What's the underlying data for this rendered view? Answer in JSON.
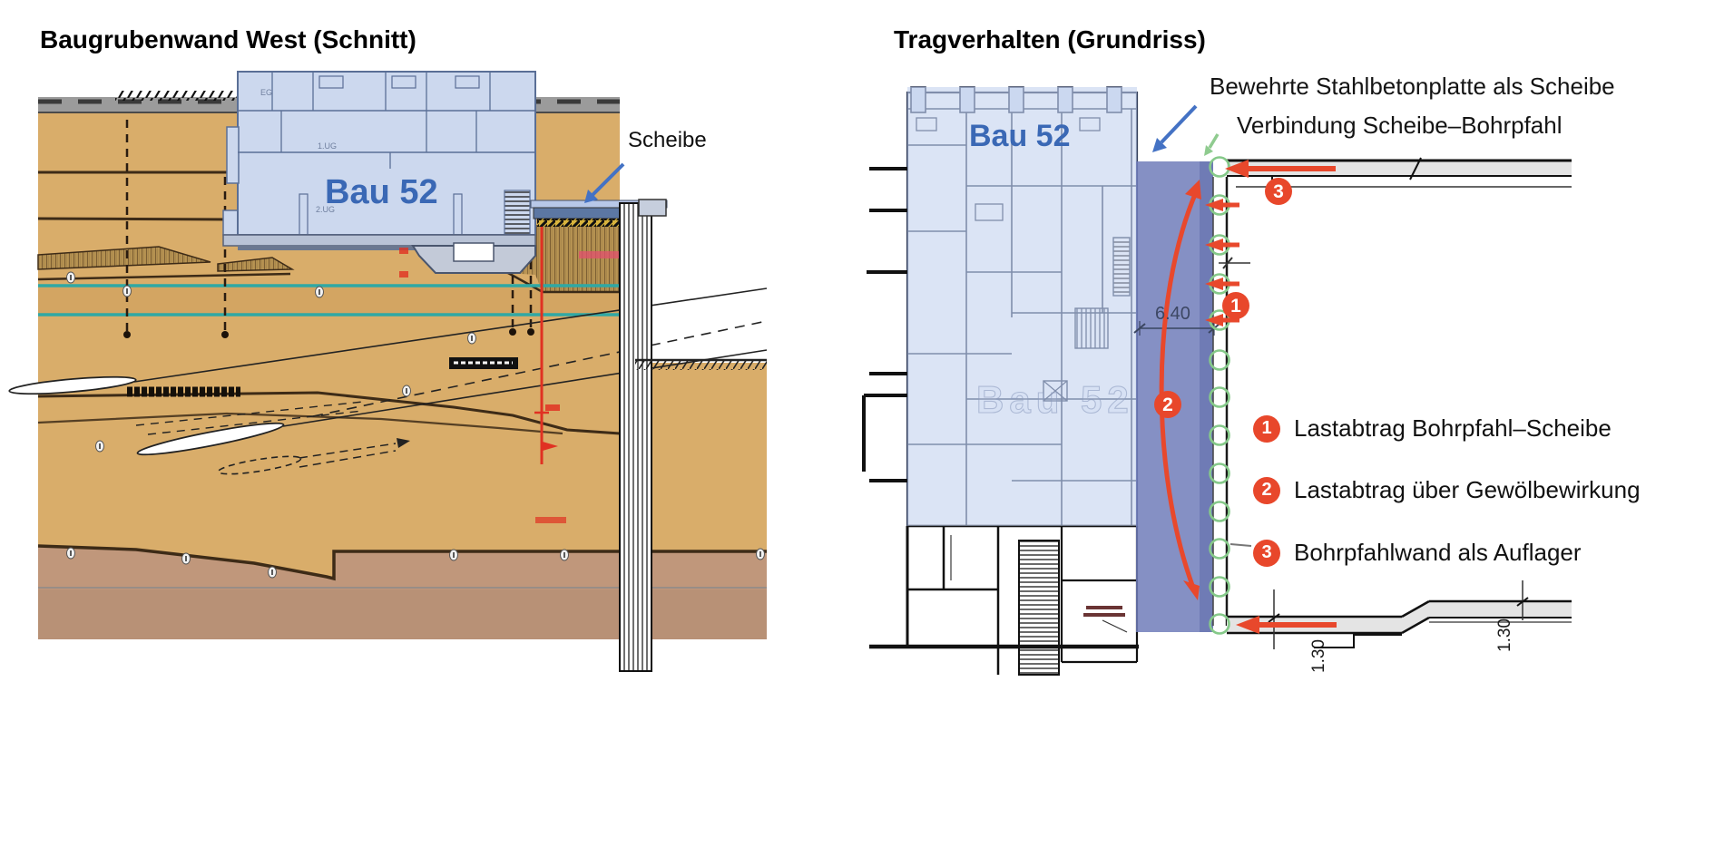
{
  "left_panel": {
    "title": "Baugrubenwand West (Schnitt)",
    "building_label": "Bau 52",
    "floors": {
      "eg": "EG",
      "ug1": "1.UG",
      "ug2": "2.UG"
    },
    "scheibe_label": "Scheibe"
  },
  "right_panel": {
    "title": "Tragverhalten (Grundriss)",
    "building_label": "Bau 52",
    "plan_background_text": "Bau 52",
    "annotations": {
      "line1": "Bewehrte Stahlbetonplatte als Scheibe",
      "line2": "Verbindung Scheibe–Bohrpfahl"
    },
    "dimensions": {
      "scheibe_width": "6.40",
      "corridor_left": "1.30",
      "corridor_right": "1.30"
    },
    "markers": {
      "m1": "1",
      "m2": "2",
      "m3": "3"
    },
    "legend": [
      {
        "num": "1",
        "label": "Lastabtrag Bohrpfahl–Scheibe"
      },
      {
        "num": "2",
        "label": "Lastabtrag über Gewölbewirkung"
      },
      {
        "num": "3",
        "label": "Bohrpfahlwand als Auflager"
      }
    ]
  },
  "colors": {
    "accent_red": "#E8472B",
    "pile_green": "#85C989",
    "arrow_blue": "#4472C4",
    "scheibe_band": "#747FBC",
    "building_overlay": "#C4D1EE",
    "label_blue": "#3A68B5",
    "soil_tan": "#D9AD6A",
    "soil_brown": "#C0977B",
    "water_teal": "#2FA8A4"
  }
}
